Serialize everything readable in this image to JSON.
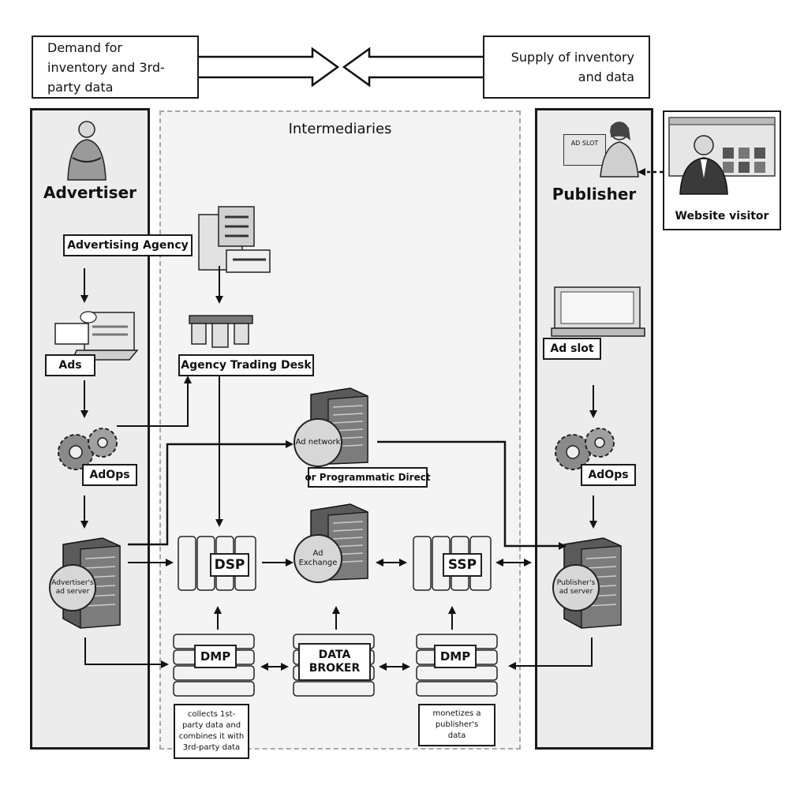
{
  "header": {
    "demand": "Demand for inventory and 3rd-party data",
    "supply": "Supply of inventory and data"
  },
  "columns": {
    "advertiser": "Advertiser",
    "intermediaries": "Intermediaries",
    "publisher": "Publisher"
  },
  "nodes": {
    "advertising_agency": "Advertising Agency",
    "agency_trading_desk": "Agency Trading Desk",
    "ads": "Ads",
    "adops_left": "AdOps",
    "adops_right": "AdOps",
    "ad_slot": "Ad slot",
    "ad_slot_screen_text": "AD SLOT",
    "website_visitor": "Website visitor",
    "ad_network": "Ad network",
    "programmatic_direct": "or Programmatic Direct",
    "advertiser_ad_server": "Advertiser's ad server",
    "publisher_ad_server": "Publisher's ad server",
    "dsp": "DSP",
    "ad_exchange": "Ad Exchange",
    "ssp": "SSP",
    "dmp_left": "DMP",
    "dmp_right": "DMP",
    "data_broker": "DATA BROKER",
    "dmp_left_note": "collects 1st-party data and combines it with 3rd-party data",
    "dmp_right_note": "monetizes a publisher's data"
  },
  "icons": [
    "person-icon",
    "building-icon",
    "tool-belt-icon",
    "laptop-icon",
    "gears-icon",
    "server-icon",
    "monitor-icon",
    "browser-icon"
  ]
}
